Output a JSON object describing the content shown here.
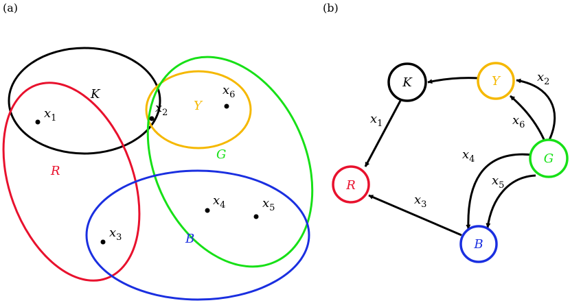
{
  "panels": {
    "a": {
      "label": "(a)",
      "sets": {
        "K": {
          "label": "K",
          "color": "#000000"
        },
        "R": {
          "label": "R",
          "color": "#e8112d"
        },
        "Y": {
          "label": "Y",
          "color": "#f5b800"
        },
        "G": {
          "label": "G",
          "color": "#17e017"
        },
        "B": {
          "label": "B",
          "color": "#1a2fe0"
        }
      },
      "points": [
        {
          "var": "x",
          "sub": "1"
        },
        {
          "var": "x",
          "sub": "2"
        },
        {
          "var": "x",
          "sub": "3"
        },
        {
          "var": "x",
          "sub": "4"
        },
        {
          "var": "x",
          "sub": "5"
        },
        {
          "var": "x",
          "sub": "6"
        }
      ]
    },
    "b": {
      "label": "(b)",
      "nodes": {
        "K": {
          "label": "K",
          "color": "#000000"
        },
        "Y": {
          "label": "Y",
          "color": "#f5b800"
        },
        "G": {
          "label": "G",
          "color": "#17e017"
        },
        "R": {
          "label": "R",
          "color": "#e8112d"
        },
        "B": {
          "label": "B",
          "color": "#1a2fe0"
        }
      },
      "edges": [
        {
          "from": "Y",
          "to": "K",
          "var": "",
          "sub": ""
        },
        {
          "from": "G",
          "to": "Y",
          "var": "x",
          "sub": "2"
        },
        {
          "from": "G",
          "to": "Y",
          "var": "x",
          "sub": "6"
        },
        {
          "from": "K",
          "to": "R",
          "var": "x",
          "sub": "1"
        },
        {
          "from": "G",
          "to": "B",
          "var": "x",
          "sub": "4"
        },
        {
          "from": "G",
          "to": "B",
          "var": "x",
          "sub": "5"
        },
        {
          "from": "B",
          "to": "R",
          "var": "x",
          "sub": "3"
        }
      ]
    }
  }
}
